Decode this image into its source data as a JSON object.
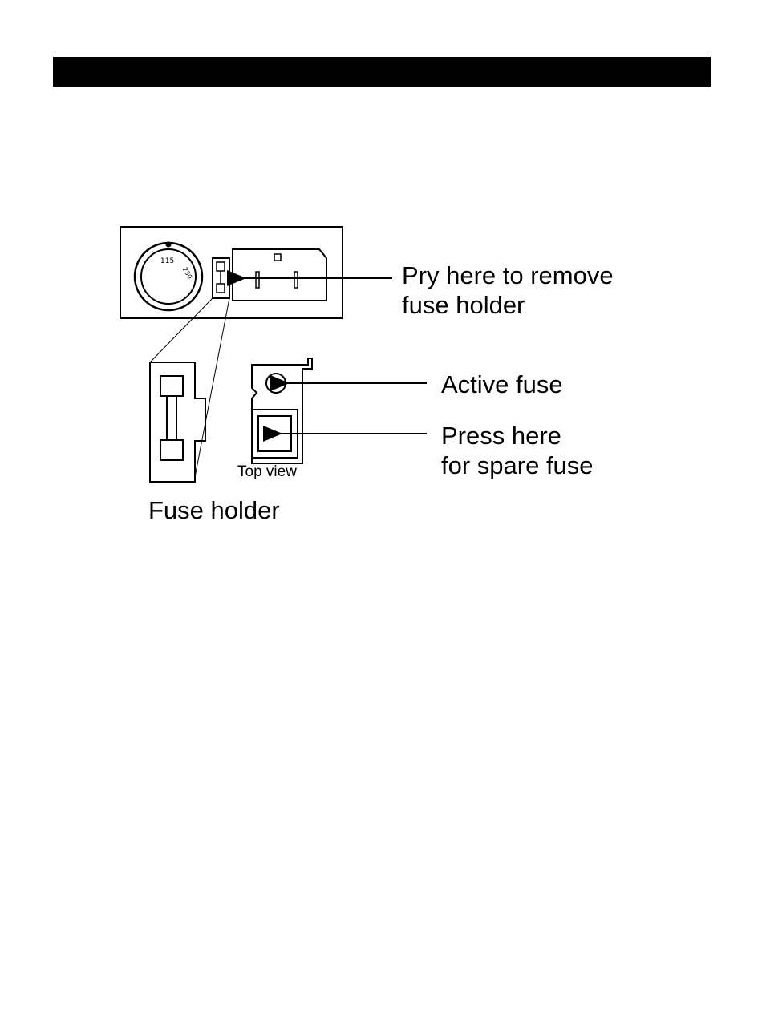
{
  "header": {
    "bar_color": "#000000"
  },
  "diagram": {
    "callouts": {
      "pry_line1": "Pry here to remove",
      "pry_line2": "fuse holder",
      "active_fuse": "Active fuse",
      "press_line1": "Press here",
      "press_line2": "for spare fuse"
    },
    "top_view_label": "Top view",
    "fuse_holder_label": "Fuse holder"
  }
}
